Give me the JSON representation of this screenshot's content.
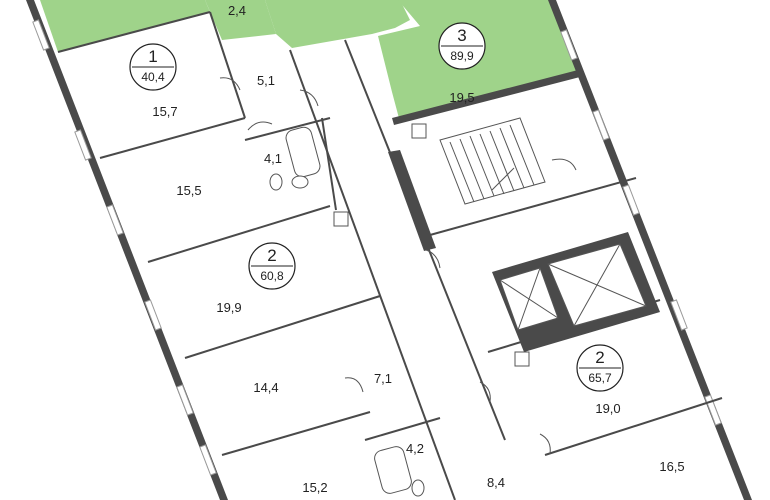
{
  "colors": {
    "highlight": "#9fd38a",
    "wall": "#4a4a4a",
    "background": "#ffffff"
  },
  "apartments": {
    "apt1": {
      "rooms": "1",
      "area": "40,4"
    },
    "apt2": {
      "rooms": "2",
      "area": "60,8"
    },
    "apt3": {
      "rooms": "3",
      "area": "89,9"
    },
    "apt4": {
      "rooms": "2",
      "area": "65,7"
    }
  },
  "rooms": {
    "r_2_4": "2,4",
    "r_5_1": "5,1",
    "r_15_7": "15,7",
    "r_19_5": "19,5",
    "r_4_1": "4,1",
    "r_15_5": "15,5",
    "r_19_9": "19,9",
    "r_14_4": "14,4",
    "r_7_1": "7,1",
    "r_4_2": "4,2",
    "r_15_2": "15,2",
    "r_8_4": "8,4",
    "r_19_0": "19,0",
    "r_16_5": "16,5"
  }
}
